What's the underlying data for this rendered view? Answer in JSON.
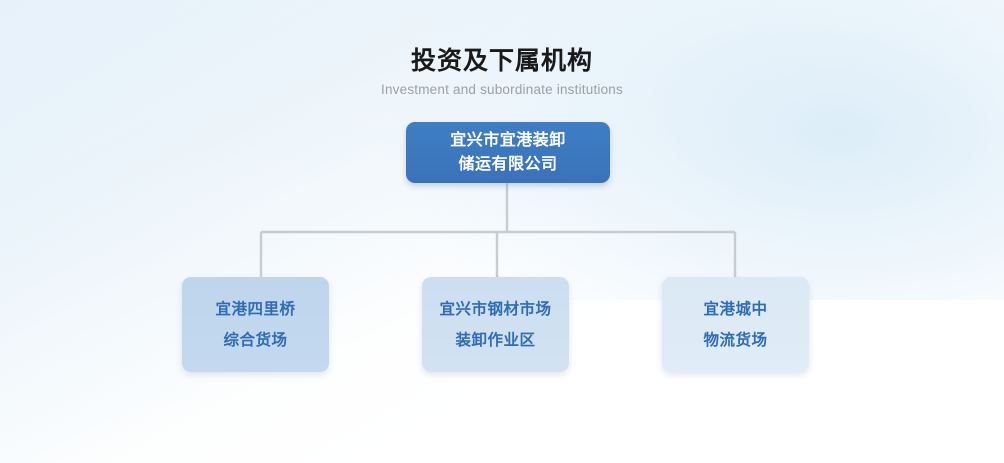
{
  "heading": {
    "title": "投资及下属机构",
    "subtitle": "Investment and subordinate institutions"
  },
  "colors": {
    "root_fill": "#3a72b8",
    "root_text": "#ffffff",
    "child_text": "#2f6cb5",
    "child_fill_1": "#c2d8ed",
    "child_fill_2": "#cfe0f1",
    "child_fill_3": "#dee9f6",
    "connector": "#c9cccf",
    "title_text": "#1a1a1a",
    "subtitle_text": "#9aa0a6",
    "background_top_right": "#e3eff8",
    "background_base": "#ffffff"
  },
  "org_chart": {
    "type": "diagram",
    "root": {
      "lines": [
        "宜兴市宜港装卸",
        "储运有限公司"
      ]
    },
    "children": [
      {
        "lines": [
          "宜港四里桥",
          "综合货场"
        ]
      },
      {
        "lines": [
          "宜兴市钢材市场",
          "装卸作业区"
        ]
      },
      {
        "lines": [
          "宜港城中",
          "物流货场"
        ]
      }
    ]
  }
}
